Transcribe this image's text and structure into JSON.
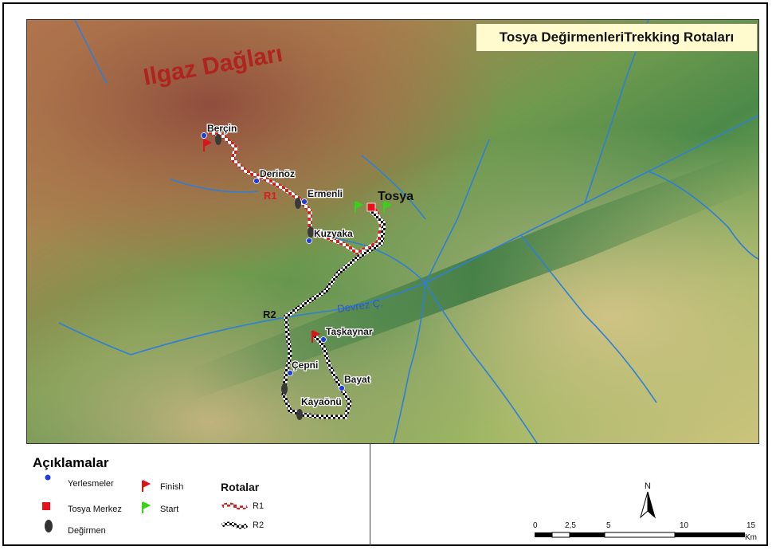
{
  "title": "Tosya DeğirmenleriTrekking Rotaları",
  "map_labels": {
    "mountains": "Ilgaz Dağları",
    "city": "Tosya",
    "river": "Devrez Ç.",
    "route1": "R1",
    "route2": "R2"
  },
  "villages": {
    "bercin": "Berçin",
    "derinoz": "Derinöz",
    "ermenli": "Ermenli",
    "kuzyaka": "Kuzyaka",
    "taskaynar": "Taşkaynar",
    "cepni": "Çepni",
    "bayat": "Bayat",
    "kayaonu": "Kayaönü"
  },
  "legend": {
    "title": "Açıklamalar",
    "yerlesmeler": "Yerlesmeler",
    "tosya_merkez": "Tosya Merkez",
    "degirmen": "Değirmen",
    "finish": "Finish",
    "start": "Start",
    "rotalar": "Rotalar",
    "r1": "R1",
    "r2": "R2"
  },
  "north": "N",
  "scale": {
    "labels": [
      "0",
      "2,5",
      "5",
      "10",
      "15"
    ],
    "unit": "Km"
  },
  "colors": {
    "settlement": "#1f3fd6",
    "finish_flag": "#d9141b",
    "start_flag": "#39d21b",
    "center": "#e8101a",
    "river": "#2e7fd6",
    "r1": "#d81e1e"
  }
}
